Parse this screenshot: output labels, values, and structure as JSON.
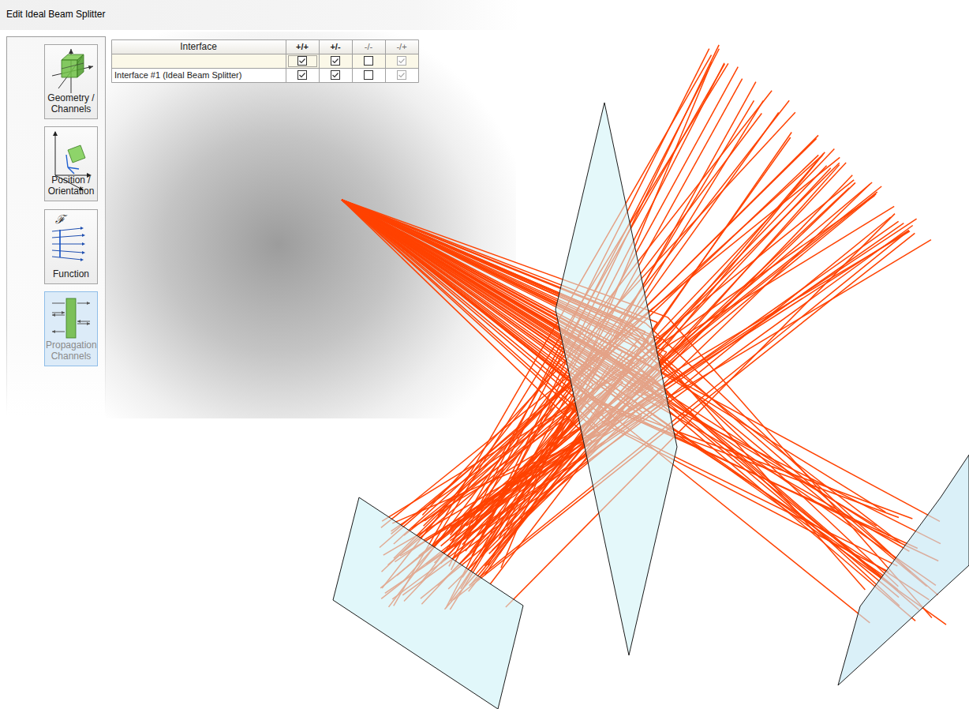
{
  "diagram": {
    "title": "Edit Ideal Beam Splitter",
    "nodes": [
      {
        "text": [
          "Geometry / Channels"
        ]
      },
      {
        "text": [
          "Position / Orientation"
        ]
      },
      {
        "text": [
          "Function"
        ]
      },
      {
        "text": [
          "Propagation Channels"
        ]
      }
    ],
    "labels": [
      "Interface",
      "+/+",
      "+/-",
      "-/-",
      "-/+",
      "Interface #1 (Ideal Beam Splitter)",
      "ℱ"
    ]
  }
}
